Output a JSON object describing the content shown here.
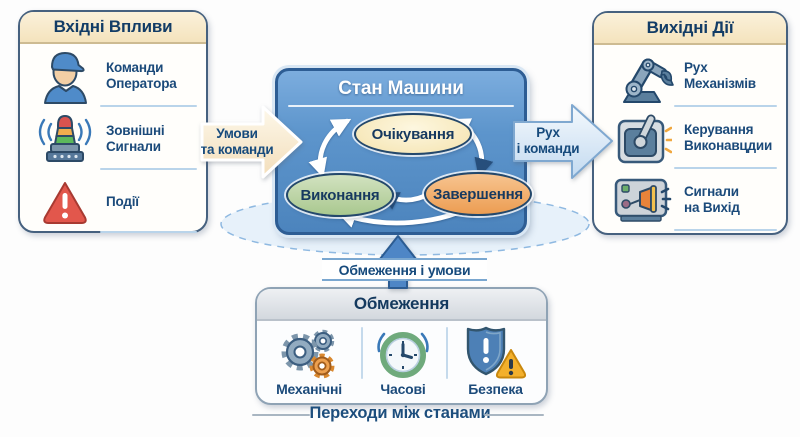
{
  "input_panel": {
    "title": "Вхідні Впливи",
    "items": [
      {
        "icon": "operator-icon",
        "label": "Команди\nОператора"
      },
      {
        "icon": "signal-tower-icon",
        "label": "Зовнішні\nСигнали"
      },
      {
        "icon": "event-warning-icon",
        "label": "Події"
      }
    ]
  },
  "machine": {
    "title": "Стан Машини",
    "states": {
      "waiting": "Очікування",
      "running": "Виконання",
      "finishing": "Завершення"
    }
  },
  "output_panel": {
    "title": "Вихідні Дії",
    "items": [
      {
        "icon": "robot-arm-icon",
        "label": "Рух\nМеханізмів"
      },
      {
        "icon": "joystick-icon",
        "label": "Керування\nВиконавцдии"
      },
      {
        "icon": "output-signal-icon",
        "label": "Сигнали\nна Вихід"
      }
    ]
  },
  "constraints_panel": {
    "title": "Обмеження",
    "items": [
      {
        "icon": "gears-icon",
        "label": "Механічні"
      },
      {
        "icon": "clock-icon",
        "label": "Часові"
      },
      {
        "icon": "shield-warning-icon",
        "label": "Безпека"
      }
    ]
  },
  "labels": {
    "left_arrow": "Умови\nта команди",
    "right_arrow": "Рух\nі команди",
    "up_arrow": "Обмеження і умови",
    "footer": "Переходи між станами"
  },
  "colors": {
    "machine_blue": "#5d95cc",
    "machine_border": "#2d5d94",
    "header_cream": "#f4e3bd",
    "navy_text": "#1b4a7a",
    "state_waiting": "#f7e9bd",
    "state_running": "#a9c88f",
    "state_finishing": "#ec9d52",
    "dashed_ellipse": "#8fb9e1"
  }
}
